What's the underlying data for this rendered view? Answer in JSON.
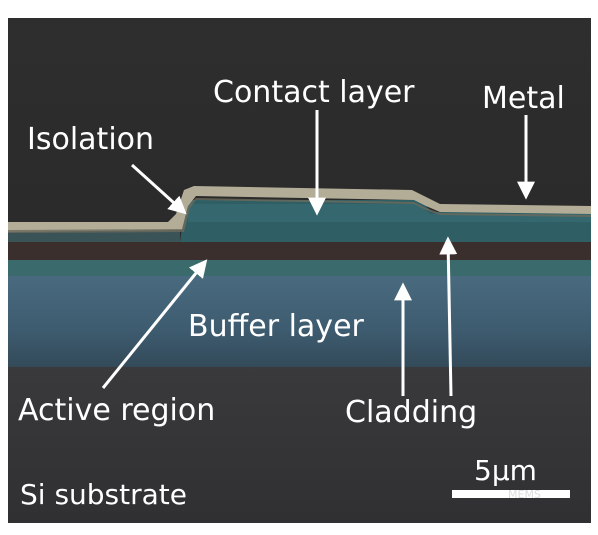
{
  "labels": {
    "contact_layer": "Contact layer",
    "metal": "Metal",
    "isolation": "Isolation",
    "buffer_layer": "Buffer layer",
    "active_region": "Active region",
    "cladding": "Cladding",
    "si_substrate": "Si substrate",
    "scale_bar": "5µm",
    "watermark": "MEMS"
  },
  "colors": {
    "background_dark": "#2b2b2b",
    "metal": "#b4ae9a",
    "teal_ridge": "#2f5e63",
    "cladding_band": "#3c6a6e",
    "active_dark": "#3a2f2c",
    "buffer": "#3f5f74",
    "label": "#ffffff"
  }
}
